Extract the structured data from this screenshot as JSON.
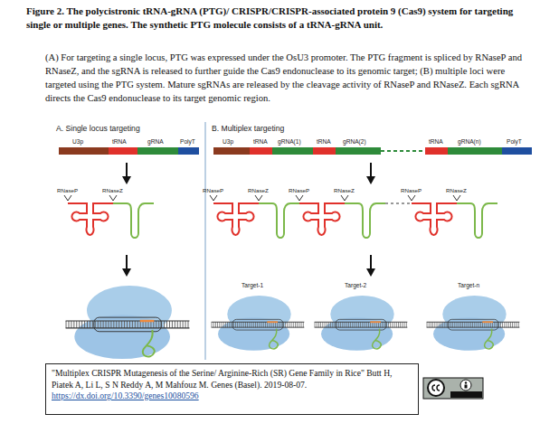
{
  "diagram": {
    "title": "Figure 2. The polycistronic tRNA-gRNA (PTG)/ CRISPR/CRISPR-associated protein 9 (Cas9) system for targeting single or multiple genes. The synthetic PTG molecule consists of a tRNA-gRNA unit.",
    "caption": "(A) For targeting a single locus, PTG was expressed under the OsU3 promoter. The PTG fragment is spliced by RNaseP and RNaseZ, and the sgRNA is released to further guide the Cas9 endonuclease to its genomic target; (B) multiple loci were targeted using the PTG system. Mature sgRNAs are released by the cleavage activity of RNaseP and RNaseZ. Each sgRNA directs the Cas9 endonuclease to its target genomic region.",
    "nodes": [
      {
        "text": [
          "\"Multiplex CRISPR Mutagenesis of the Serine/ Arginine-Rich (SR) Gene Family in Rice\" Butt H, Piatek A, Li L, S N Reddy A, M Mahfouz M. Genes (Basel). 2019-08-07.",
          "https://dx.doi.org/10.3390/genes10080596"
        ]
      }
    ],
    "labels": [
      "A. Single locus targeting",
      "U3p",
      "tRNA",
      "gRNA",
      "PolyT",
      "RNaseP",
      "RNaseZ",
      "B. Multiplex targeting",
      "U3p",
      "tRNA",
      "gRNA(1)",
      "tRNA",
      "gRNA(2)",
      "tRNA",
      "gRNA(n)",
      "PolyT",
      "RNaseP",
      "RNaseZ",
      "RNaseP",
      "RNaseZ",
      "RNaseP",
      "RNaseZ",
      "Target-1",
      "Target-2",
      "Target-n"
    ]
  }
}
